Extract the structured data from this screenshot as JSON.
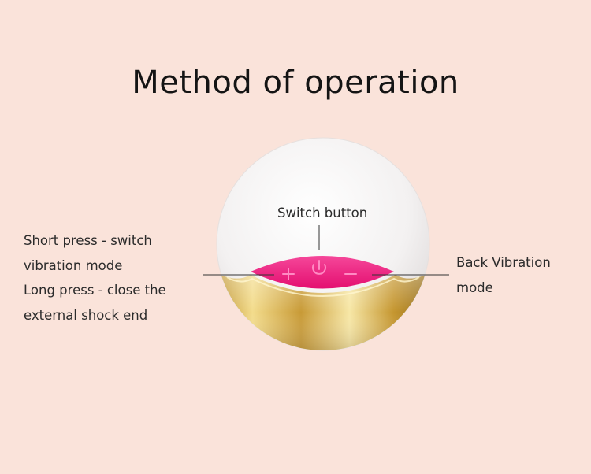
{
  "title": "Method of operation",
  "labels": {
    "switch": "Switch button",
    "left_lines": [
      "Short press - switch",
      "vibration mode",
      "Long press - close the",
      "external shock end"
    ],
    "right_lines": [
      "Back Vibration",
      "mode"
    ]
  },
  "icons": [
    "plus-icon",
    "power-icon",
    "minus-icon"
  ],
  "colors": {
    "background": "#fae3da",
    "button_pink": "#f0157a",
    "gold": "#d8b24c",
    "shell": "#f6f4f3"
  }
}
